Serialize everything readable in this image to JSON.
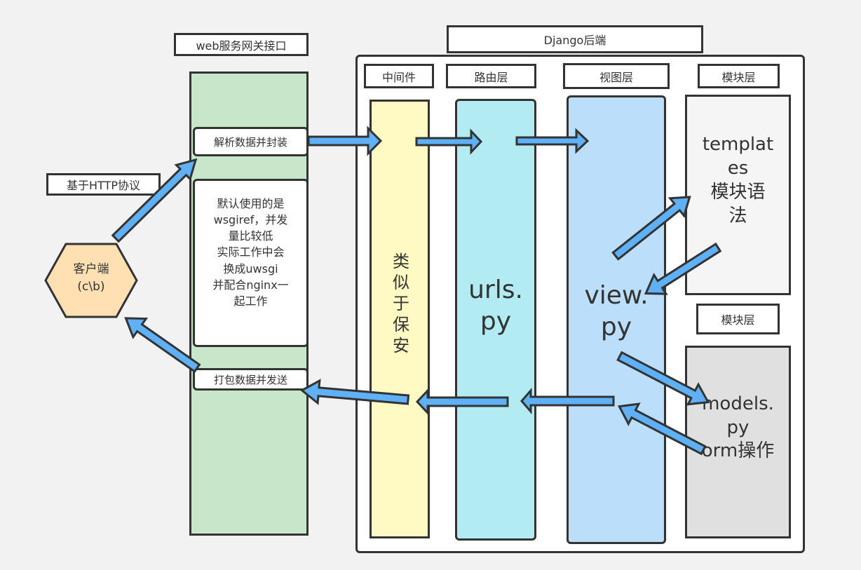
{
  "gateway": {
    "title": "web服务网关接口",
    "parse_label": "解析数据并封装",
    "note": "默认使用的是\nwsgiref，并发\n量比较低\n实际工作中会\n换成uwsgi\n并配合nginx一\n起工作",
    "pack_label": "打包数据并发送",
    "fill": "#c8e6c9"
  },
  "client": {
    "label": "客户端\n(c\\b)",
    "fill": "#ffe0b2"
  },
  "protocol_label": "基于HTTP协议",
  "django": {
    "title": "Django后端",
    "layers": {
      "middleware": {
        "title": "中间件",
        "text": "类似于保安",
        "fill": "#fff9c4"
      },
      "routing": {
        "title": "路由层",
        "text": "urls.\npy",
        "fill": "#b2ebf2"
      },
      "view": {
        "title": "视图层",
        "text": "view.\npy",
        "fill": "#bbdefb"
      },
      "templates": {
        "title": "模块层",
        "text": "templat\nes\n模块语\n法",
        "fill": "#f5f5f5"
      },
      "models": {
        "title": "模块层",
        "text": "models.\npy\norm操作",
        "fill": "#e0e0e0"
      }
    }
  },
  "colors": {
    "arrow": "#5fb0f5",
    "border": "#333333",
    "background": "#f2f2f2"
  }
}
